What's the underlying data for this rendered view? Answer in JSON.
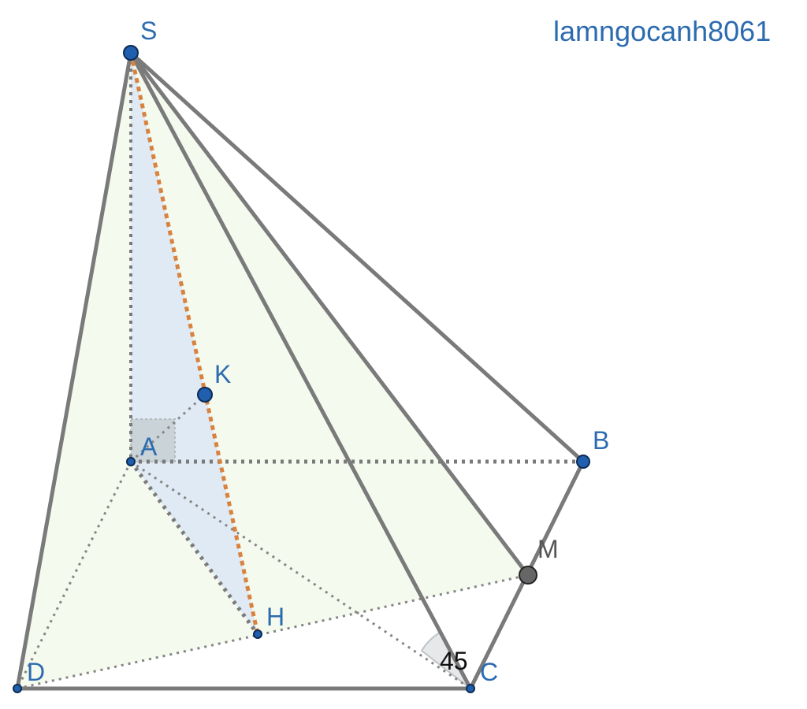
{
  "watermark": "lamngocanh8061",
  "points": {
    "S": "S",
    "A": "A",
    "B": "B",
    "C": "C",
    "D": "D",
    "M": "M",
    "K": "K",
    "H": "H"
  },
  "angle_label": "45",
  "colors": {
    "point_fill": "#1f5fae",
    "point_stroke": "#0d2b55",
    "point_m_fill": "#666666",
    "edge": "#7a7a7a",
    "highlight": "#d9823f",
    "face_fill": "#f3faec",
    "triangle_fill": "#dde8f4",
    "label": "#2c6bb0"
  }
}
